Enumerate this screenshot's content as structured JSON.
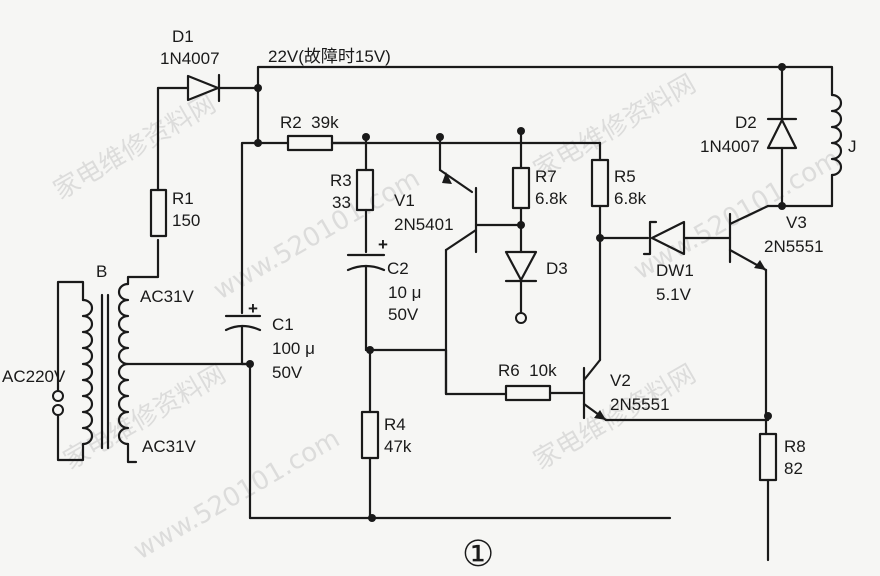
{
  "labels": {
    "d1_ref": "D1",
    "d1_part": "1N4007",
    "bus_voltage": "22V(故障时15V)",
    "r1_ref": "R1",
    "r1_val": "150",
    "transformer_ref": "B",
    "ac_top": "AC31V",
    "ac_bottom": "AC31V",
    "mains": "AC220V",
    "r2": "R2  39k",
    "r3_ref": "R3",
    "r3_val": "33",
    "c1_ref": "C1",
    "c1_val1": "100 μ",
    "c1_val2": "50V",
    "c2_ref": "C2",
    "c2_val1": "10 μ",
    "c2_val2": "50V",
    "v1_ref": "V1",
    "v1_part": "2N5401",
    "r7_ref": "R7",
    "r7_val": "6.8k",
    "d3_ref": "D3",
    "r5_ref": "R5",
    "r5_val": "6.8k",
    "d2_ref": "D2",
    "d2_part": "1N4007",
    "relay_ref": "J",
    "dw1_ref": "DW1",
    "dw1_val": "5.1V",
    "v3_ref": "V3",
    "v3_part": "2N5551",
    "r6": "R6  10k",
    "v2_ref": "V2",
    "v2_part": "2N5551",
    "r4_ref": "R4",
    "r4_val": "47k",
    "r8_ref": "R8",
    "r8_val": "82",
    "figure_no": "①",
    "plus": "+"
  },
  "watermarks": [
    "家电维修资料网",
    "www.520101.com"
  ]
}
